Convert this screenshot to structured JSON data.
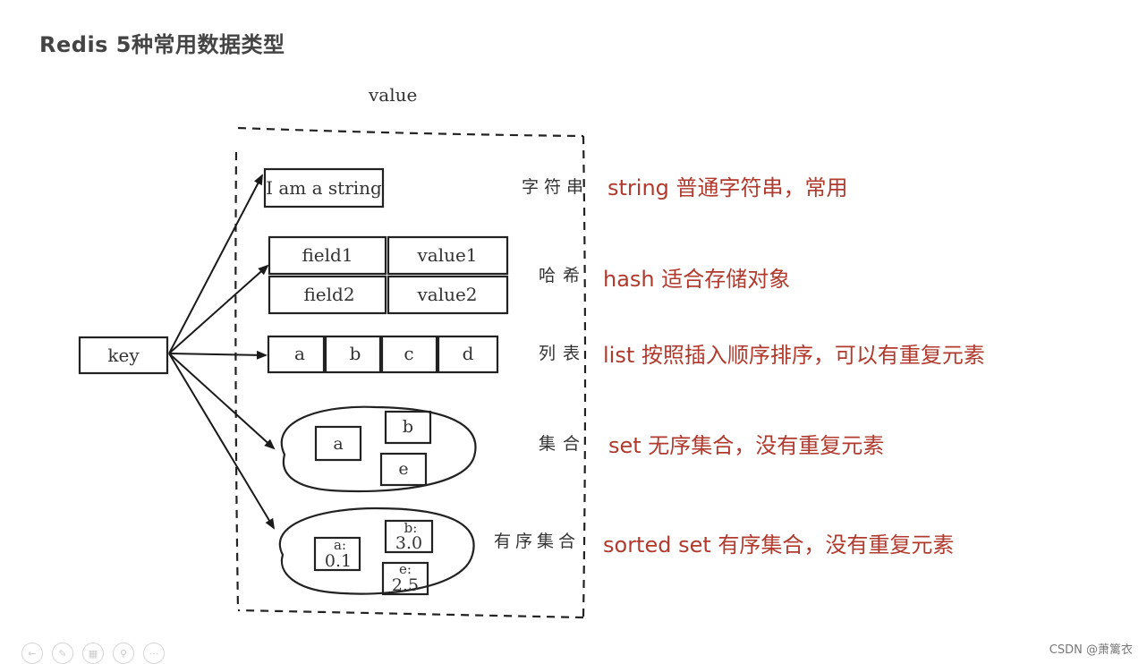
{
  "title": "Redis 5种常用数据类型",
  "value_label": "value",
  "key_label": "key",
  "string": {
    "sample": "I am a string",
    "cn_label": "字符串",
    "description": "string 普通字符串，常用"
  },
  "hash": {
    "rows": [
      {
        "field": "field1",
        "value": "value1"
      },
      {
        "field": "field2",
        "value": "value2"
      }
    ],
    "cn_label": "哈希",
    "description": "hash 适合存储对象"
  },
  "list": {
    "items": [
      "a",
      "b",
      "c",
      "d"
    ],
    "cn_label": "列表",
    "description": "list 按照插入顺序排序，可以有重复元素"
  },
  "set": {
    "items": [
      "a",
      "b",
      "e"
    ],
    "cn_label": "集合",
    "description": "set 无序集合，没有重复元素"
  },
  "sorted_set": {
    "items": [
      {
        "member": "a:",
        "score": "0.1"
      },
      {
        "member": "b:",
        "score": "3.0"
      },
      {
        "member": "e:",
        "score": "2.5"
      }
    ],
    "cn_label": "有序集合",
    "description": "sorted set 有序集合，没有重复元素"
  },
  "watermark": "CSDN @萧篱衣",
  "colors": {
    "description": "#b03a2e",
    "sketch": "#222222",
    "title": "#444444"
  }
}
